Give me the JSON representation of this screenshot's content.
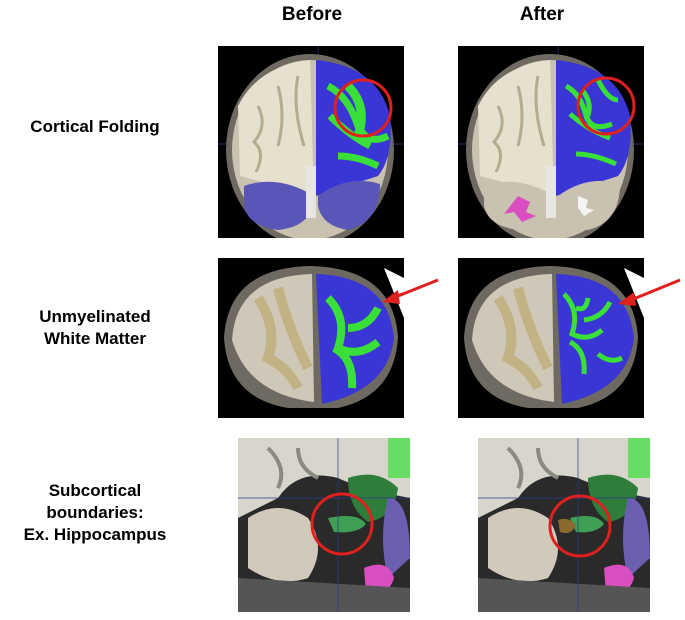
{
  "columns": {
    "before": "Before",
    "after": "After"
  },
  "rows": [
    {
      "lines": [
        "Cortical Folding"
      ]
    },
    {
      "lines": [
        "Unmyelinated",
        "White Matter"
      ]
    },
    {
      "lines": [
        "Subcortical",
        "boundaries:",
        "Ex. Hippocampus"
      ]
    }
  ],
  "colors": {
    "background": "#ffffff",
    "white_matter_seg": "#39e039",
    "gray_matter_seg": "#3a36d6",
    "cerebellum_seg": "#5a56b8",
    "highlight": "#e0201c",
    "amygdala_seg": "#2e7d3a",
    "pink_seg": "#d94fc2"
  },
  "annotations": {
    "row1": "red-circle",
    "row2": "red-arrow",
    "row3": "red-circle"
  }
}
